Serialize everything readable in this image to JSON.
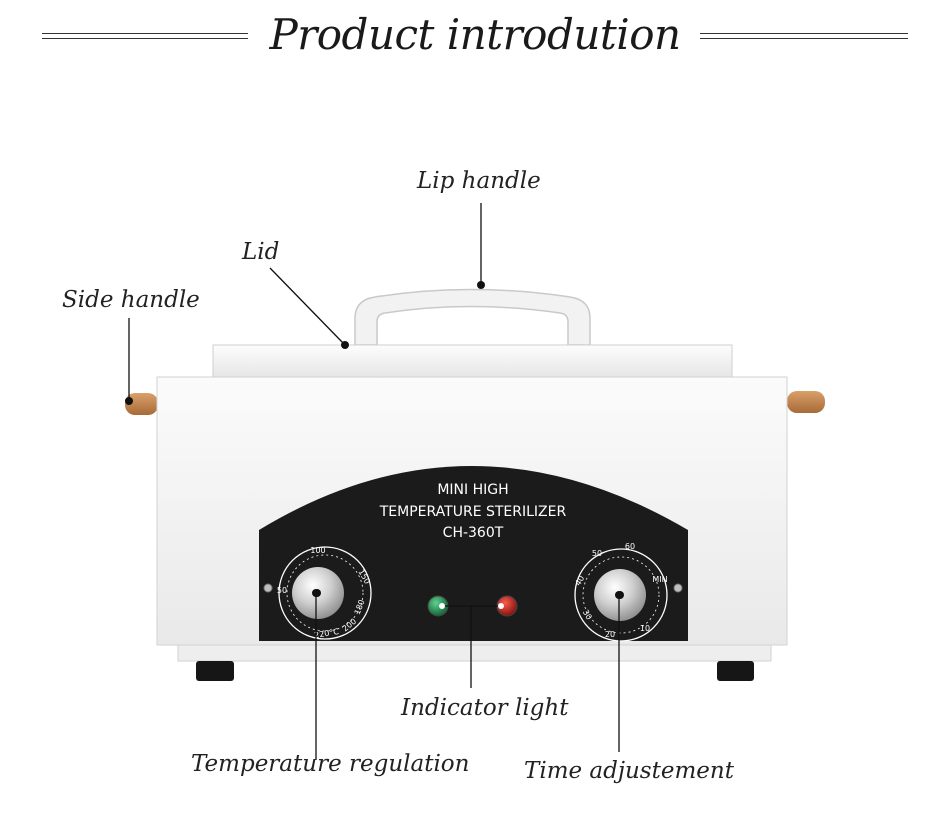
{
  "header": {
    "title": "Product introdution"
  },
  "callouts": {
    "lip_handle": "Lip handle",
    "lid": "Lid",
    "side_handle": "Side handle",
    "indicator_light": "Indicator light",
    "temperature_regulation": "Temperature regulation",
    "time_adjustement": "Time adjustement"
  },
  "device": {
    "label_line1": "MINI HIGH",
    "label_line2": "TEMPERATURE STERILIZER",
    "model": "CH-360T",
    "temp_dial_ticks": [
      "50",
      "100",
      "150",
      "180",
      "200",
      "220°C"
    ],
    "time_dial_ticks": [
      "10",
      "20",
      "30",
      "40",
      "50",
      "60",
      "MIN"
    ]
  },
  "colors": {
    "body": "#f3f3f3",
    "panel": "#1b1b1b",
    "wood_handle": "#c48a55",
    "green_light": "#1f8f4f",
    "red_light": "#c0201c"
  }
}
